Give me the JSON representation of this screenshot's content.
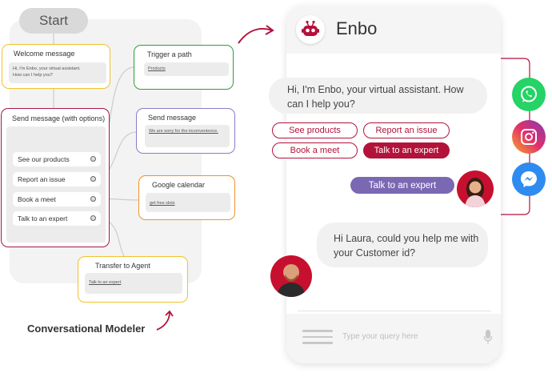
{
  "modeler": {
    "start_label": "Start",
    "caption": "Conversational Modeler",
    "welcome": {
      "title": "Welcome message",
      "text_line1": "Hi, I'm Enbo, your virtual assistant.",
      "text_line2": "How can I help you?"
    },
    "send_options": {
      "title": "Send message (with options)",
      "options": [
        "See our products",
        "Report an issue",
        "Book a meet",
        "Talk to an expert"
      ]
    },
    "trigger": {
      "title": "Trigger a path",
      "text": "Products"
    },
    "send_message": {
      "title": "Send message",
      "text": "We are sorry for the inconvenience."
    },
    "google_calendar": {
      "title": "Google calendar",
      "text": "get free slots"
    },
    "transfer": {
      "title": "Transfer to Agent",
      "text": "Talk to an expert"
    }
  },
  "chat": {
    "bot_name": "Enbo",
    "bot_greeting_line1": "Hi, I'm Enbo, your virtual assistant. How",
    "bot_greeting_line2": "can I help you?",
    "quick_replies": [
      {
        "label": "See products",
        "active": false
      },
      {
        "label": "Report an issue",
        "active": false
      },
      {
        "label": "Book a meet",
        "active": false
      },
      {
        "label": "Talk to an expert",
        "active": true
      }
    ],
    "user_message": "Talk to an expert",
    "agent_message_line1": "Hi Laura, could you help me with",
    "agent_message_line2": "your Customer id?",
    "input_placeholder": "Type your query here"
  },
  "social": [
    "whatsapp-icon",
    "instagram-icon",
    "messenger-icon"
  ],
  "colors": {
    "brand": "#b3123a",
    "user_bubble": "#7a68b3",
    "welcome_border": "#f2c12e",
    "options_border": "#a8174b",
    "trigger_border": "#2f9e3a",
    "send_border": "#8a7cc7",
    "calendar_border": "#f0922c"
  }
}
